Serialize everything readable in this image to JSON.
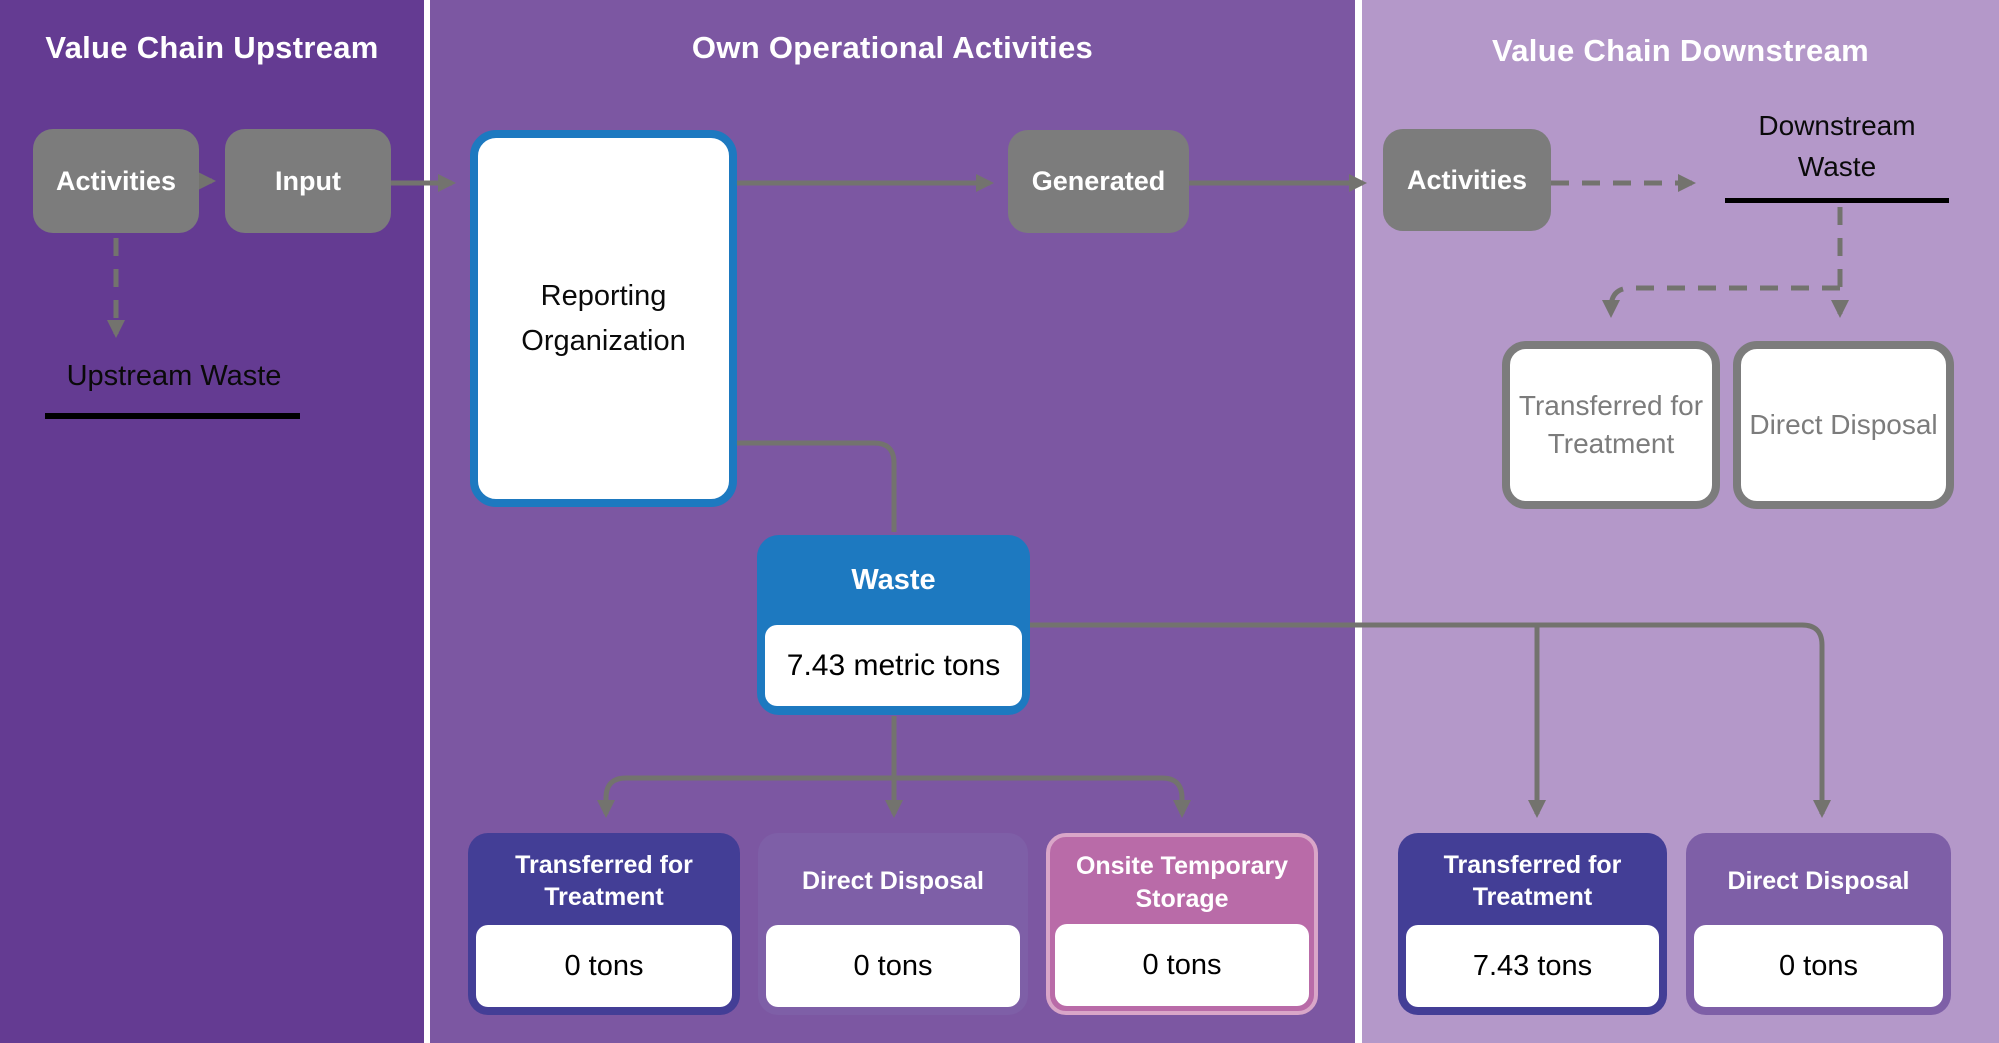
{
  "colors": {
    "upstream_panel": "#643b92",
    "own_panel": "#7c57a2",
    "downstream_panel": "#b498c9",
    "panel_divider": "#ffffff",
    "node_gray": "#7c7c7c",
    "connector_gray": "#73736e",
    "accent_blue": "#1d79c0",
    "indigo_node": "#433e96",
    "purple_node": "#7e5fa7",
    "pink_node": "#b96ba8",
    "pink_node_border": "#d9a6c8"
  },
  "upstream": {
    "title": "Value Chain Upstream",
    "activities": "Activities",
    "input": "Input",
    "waste_label": "Upstream Waste"
  },
  "own": {
    "title": "Own Operational Activities",
    "reporting_org": "Reporting Organization",
    "generated": "Generated",
    "waste": {
      "title": "Waste",
      "value": "7.43 metric tons"
    },
    "transferred": {
      "title": "Transferred for Treatment",
      "value": "0 tons"
    },
    "direct_disposal": {
      "title": "Direct Disposal",
      "value": "0 tons"
    },
    "onsite_storage": {
      "title": "Onsite Temporary Storage",
      "value": "0 tons"
    }
  },
  "downstream": {
    "title": "Value Chain Downstream",
    "activities": "Activities",
    "waste_label": "Downstream Waste",
    "transferred_route": "Transferred for Treatment",
    "direct_route": "Direct Disposal",
    "transferred": {
      "title": "Transferred for Treatment",
      "value": "7.43 tons"
    },
    "direct_disposal": {
      "title": "Direct Disposal",
      "value": "0 tons"
    }
  }
}
